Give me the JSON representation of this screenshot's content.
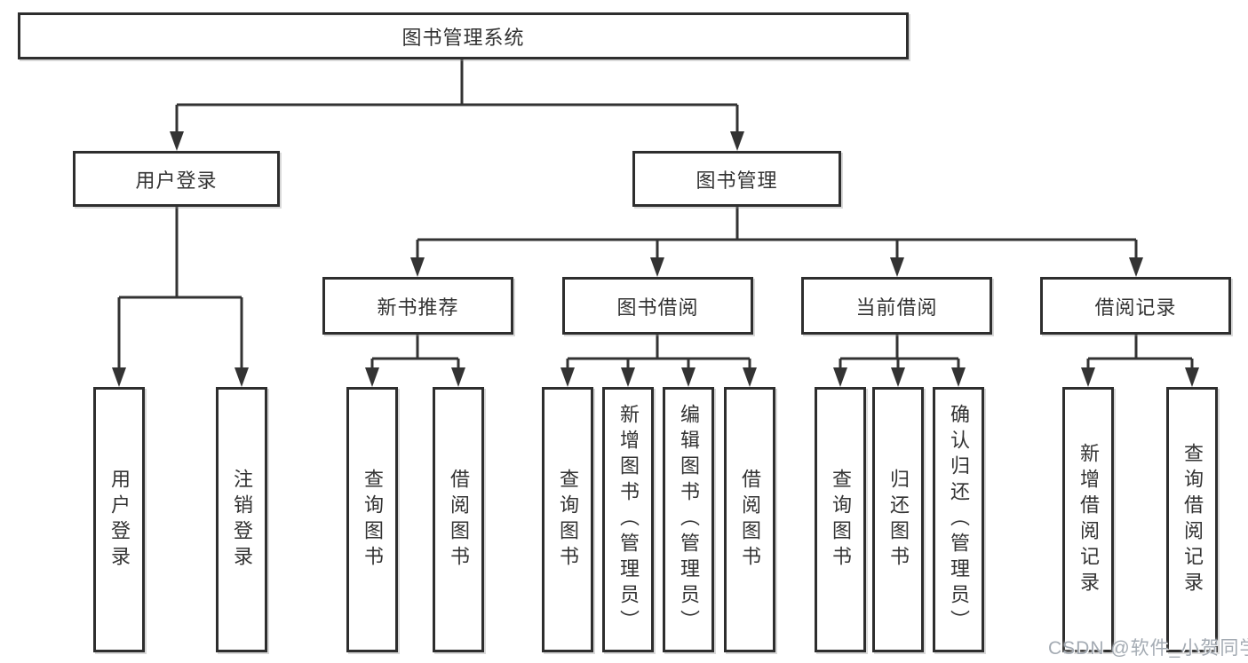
{
  "diagram": {
    "root": {
      "label": "图书管理系统"
    },
    "level2": [
      {
        "label": "用户登录"
      },
      {
        "label": "图书管理"
      }
    ],
    "level3": [
      {
        "label": "新书推荐"
      },
      {
        "label": "图书借阅"
      },
      {
        "label": "当前借阅"
      },
      {
        "label": "借阅记录"
      }
    ],
    "leaves": {
      "user_login": [
        {
          "label": "用户登录"
        },
        {
          "label": "注销登录"
        }
      ],
      "new_book_recommend": [
        {
          "label": "查询图书"
        },
        {
          "label": "借阅图书"
        }
      ],
      "book_borrow": [
        {
          "label": "查询图书"
        },
        {
          "label": "新增图书（管理员）"
        },
        {
          "label": "编辑图书（管理员）"
        },
        {
          "label": "借阅图书"
        }
      ],
      "current_borrow": [
        {
          "label": "查询图书"
        },
        {
          "label": "归还图书"
        },
        {
          "label": "确认归还（管理员）"
        }
      ],
      "borrow_records": [
        {
          "label": "新增借阅记录"
        },
        {
          "label": "查询借阅记录"
        }
      ]
    },
    "colors": {
      "line": "#333333",
      "box_border": "#2e2e2e",
      "text": "#333333",
      "background": "#ffffff",
      "watermark": "#a4abb3"
    }
  },
  "watermark": {
    "text": "CSDN @软件_小贺同学"
  }
}
